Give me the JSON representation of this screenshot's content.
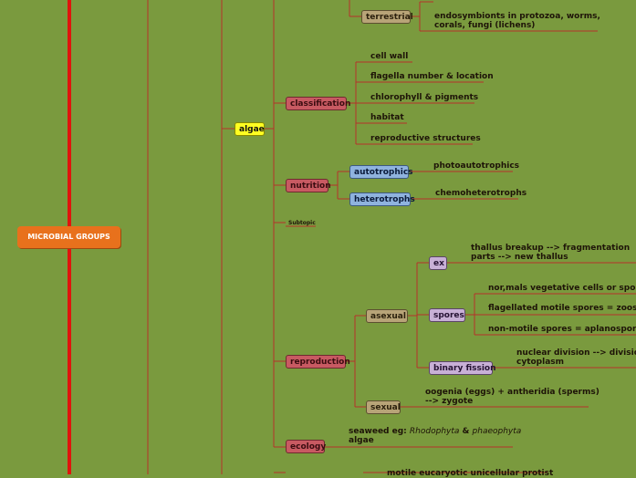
{
  "central": "MICROBIAL GROUPS",
  "algae": "algae",
  "terrestrial": "terrestrial",
  "endosymbionts_l1": "endosymbionts in protozoa, worms,",
  "endosymbionts_l2": "corals, fungi (lichens)",
  "classification": "classification",
  "class_items": [
    "cell wall",
    "flagella number & location",
    "chlorophyll & pigments",
    "habitat",
    "reproductive structures"
  ],
  "nutrition": "nutrition",
  "autotrophics": "autotrophics",
  "photoautotrophics": "photoautotrophics",
  "heterotrophs": "heterotrophs",
  "chemoheterotrophs": "chemoheterotrophs",
  "subtopic": "Subtopic",
  "reproduction": "reproduction",
  "asexual": "asexual",
  "ex": "ex",
  "ex_text_l1": "thallus breakup --> fragmentation",
  "ex_text_l2": "parts --> new thallus",
  "spores": "spores",
  "spores_items": [
    "nor,mals vegetative cells or sporang",
    "flagellated motile spores = zoospore",
    "non-motile spores = aplanospores"
  ],
  "binary_fission": "binary fission",
  "binary_text_l1": "nuclear division --> division o",
  "binary_text_l2": "cytoplasm",
  "sexual": "sexual",
  "sexual_text_l1": "oogenia (eggs) + antheridia (sperms)",
  "sexual_text_l2": "--> zygote",
  "ecology": "ecology",
  "seaweed_prefix": "seaweed eg: ",
  "seaweed_rhodophyta": "Rhodophyta",
  "seaweed_and": " & ",
  "seaweed_phaeophyta": "phaeophyta",
  "seaweed_l2": "algae",
  "bottom_partial": "motile eucaryotic unicellular protist",
  "colors": {
    "background": "#7a9a3e",
    "connector": "#b5322a",
    "main_axis": "#e0140c",
    "central": "#e8711c"
  }
}
